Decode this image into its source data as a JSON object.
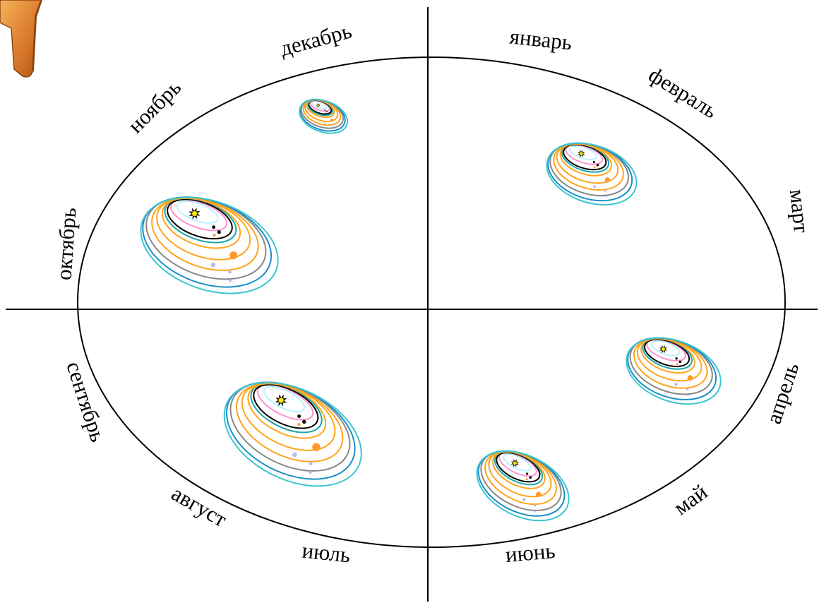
{
  "months": [
    {
      "id": "january",
      "label": "январь"
    },
    {
      "id": "february",
      "label": "февраль"
    },
    {
      "id": "march",
      "label": "март"
    },
    {
      "id": "april",
      "label": "апрель"
    },
    {
      "id": "may",
      "label": "май"
    },
    {
      "id": "june",
      "label": "июнь"
    },
    {
      "id": "july",
      "label": "июль"
    },
    {
      "id": "august",
      "label": "август"
    },
    {
      "id": "september",
      "label": "сентябрь"
    },
    {
      "id": "october",
      "label": "октябрь"
    },
    {
      "id": "november",
      "label": "ноябрь"
    },
    {
      "id": "december",
      "label": "декабрь"
    }
  ],
  "colors": {
    "cycle_ellipse": "#000000",
    "axes": "#000000",
    "orbits": [
      "#b8f0ff",
      "#ff8fcf",
      "#000000",
      "#1fa5a5",
      "#ffa41b",
      "#ffa41b",
      "#ffa41b",
      "#888888",
      "#1a8fc9",
      "#3cc6cf"
    ],
    "sun": "#ffe600",
    "planet_large": "#ff9a2a",
    "planet_small": "#b9b9ff"
  },
  "icons": {
    "corner_decoration": "easel-leg-icon",
    "sun": "sun-icon"
  }
}
